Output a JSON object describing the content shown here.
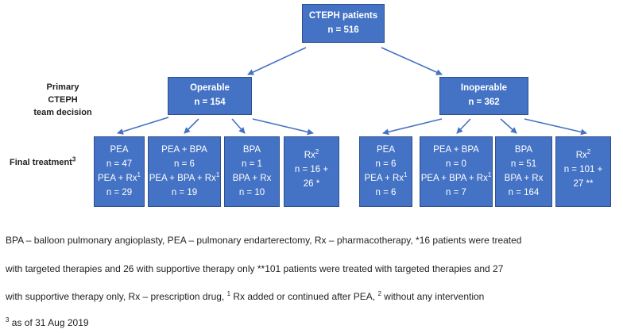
{
  "colors": {
    "box_fill": "#4472c4",
    "box_border": "#2f4f8f",
    "arrow": "#4472c4"
  },
  "root": {
    "title": "CTEPH patients",
    "n": "n = 516"
  },
  "labels": {
    "primary_line1": "Primary CTEPH",
    "primary_line2": "team decision",
    "final": "Final treatment",
    "final_sup": "3"
  },
  "operable": {
    "title": "Operable",
    "n": "n = 154"
  },
  "inoperable": {
    "title": "Inoperable",
    "n": "n = 362"
  },
  "op_pea": {
    "l1": "PEA",
    "l2": "n = 47",
    "l3": "PEA + Rx",
    "l3_sup": "1",
    "l4": "n = 29"
  },
  "op_pea_bpa": {
    "l1": "PEA + BPA",
    "l2": "n = 6",
    "l3": "PEA + BPA + Rx",
    "l3_sup": "1",
    "l4": "n = 19"
  },
  "op_bpa": {
    "l1": "BPA",
    "l2": "n = 1",
    "l3": "BPA + Rx",
    "l4": "n = 10"
  },
  "op_rx": {
    "l1": "Rx",
    "l1_sup": "2",
    "l2": "n = 16 +",
    "l3": "26 *"
  },
  "in_pea": {
    "l1": "PEA",
    "l2": "n = 6",
    "l3": "PEA + Rx",
    "l3_sup": "1",
    "l4": "n = 6"
  },
  "in_pea_bpa": {
    "l1": "PEA + BPA",
    "l2": "n = 0",
    "l3": "PEA + BPA + Rx",
    "l3_sup": "1",
    "l4": "n = 7"
  },
  "in_bpa": {
    "l1": "BPA",
    "l2": "n = 51",
    "l3": "BPA + Rx",
    "l4": "n = 164"
  },
  "in_rx": {
    "l1": "Rx",
    "l1_sup": "2",
    "l2": "n = 101 +",
    "l3": "27 **"
  },
  "notes": {
    "line1": "BPA – balloon pulmonary angioplasty, PEA – pulmonary endarterectomy, Rx – pharmacotherapy, *16 patients were treated",
    "line2": "with targeted therapies and 26 with supportive therapy only **101 patients were treated with targeted therapies and 27",
    "line3a": "with supportive therapy only, Rx – prescription drug, ",
    "line3_sup1": "1",
    "line3b": " Rx added or continued after PEA, ",
    "line3_sup2": "2",
    "line3c": " without any intervention",
    "line4_sup": "3",
    "line4": " as of 31 Aug 2019"
  }
}
